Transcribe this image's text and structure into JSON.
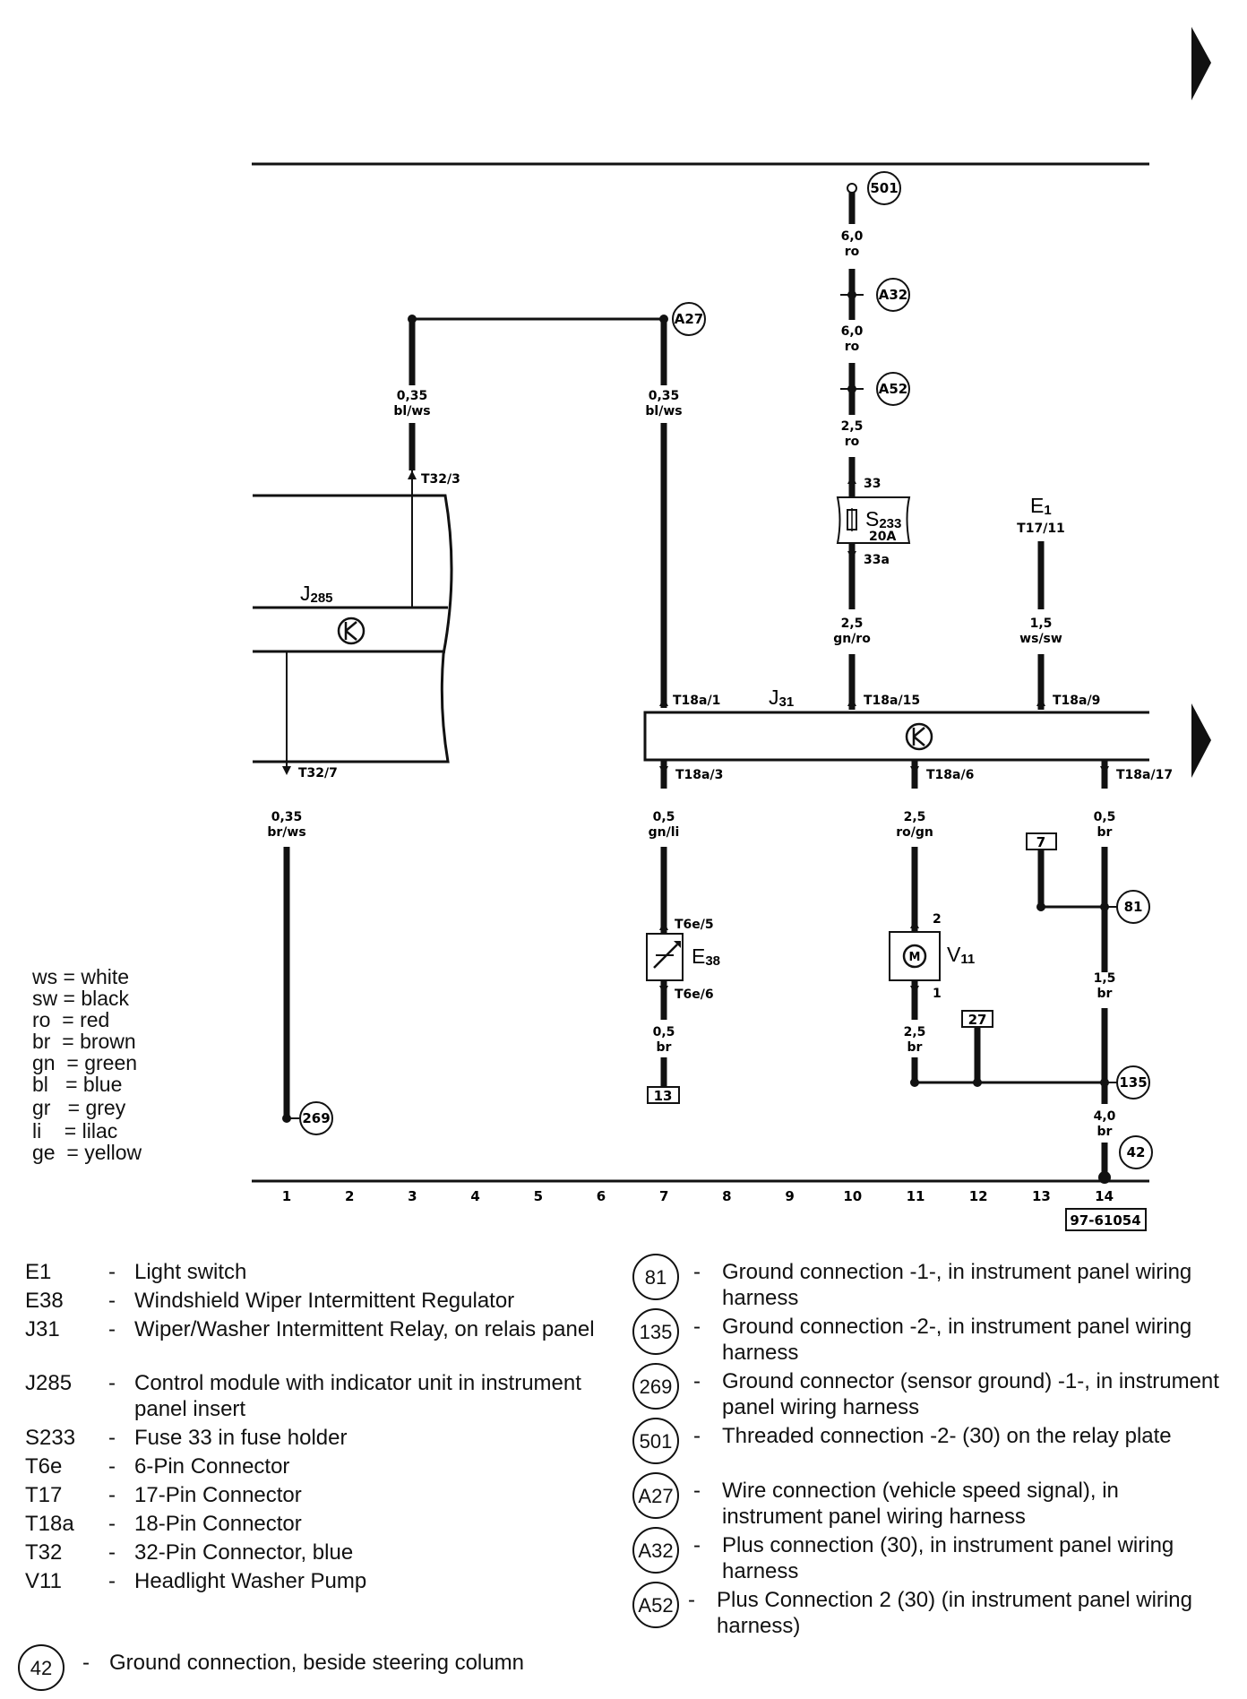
{
  "color_code": [
    {
      "code": "ws",
      "name": "white"
    },
    {
      "code": "sw",
      "name": "black"
    },
    {
      "code": "ro",
      "name": "red"
    },
    {
      "code": "br",
      "name": "brown"
    },
    {
      "code": "gn",
      "name": "green"
    },
    {
      "code": "bl",
      "name": "blue"
    },
    {
      "code": "gr",
      "name": "grey"
    },
    {
      "code": "li",
      "name": "lilac"
    },
    {
      "code": "ge",
      "name": "yellow"
    }
  ],
  "diagram": {
    "ref": "97-61054",
    "tracks": [
      "1",
      "2",
      "3",
      "4",
      "5",
      "6",
      "7",
      "8",
      "9",
      "10",
      "11",
      "12",
      "13",
      "14"
    ],
    "components": {
      "j285": "J",
      "j285_sub": "285",
      "j31": "J",
      "j31_sub": "31",
      "e38": "E",
      "e38_sub": "38",
      "v11": "V",
      "v11_sub": "11",
      "e1": "E",
      "e1_sub": "1",
      "s233": "S",
      "s233_sub": "233",
      "s233_rating": "20A",
      "e1_pin": "T17/11"
    },
    "wires": {
      "t3_size": "0,35",
      "t3_color": "bl/ws",
      "t7a_size": "0,35",
      "t7a_color": "bl/ws",
      "t10a_size": "6,0",
      "t10a_color": "ro",
      "t10b_size": "6,0",
      "t10b_color": "ro",
      "t10c_size": "2,5",
      "t10c_color": "ro",
      "t10d_size": "2,5",
      "t10d_color": "gn/ro",
      "t13_size": "1,5",
      "t13_color": "ws/sw",
      "t1_size": "0,35",
      "t1_color": "br/ws",
      "t7b_size": "0,5",
      "t7b_color": "gn/li",
      "t7c_size": "0,5",
      "t7c_color": "br",
      "t11a_size": "2,5",
      "t11a_color": "ro/gn",
      "t11b_size": "2,5",
      "t11b_color": "br",
      "t14a_size": "0,5",
      "t14a_color": "br",
      "t14b_size": "1,5",
      "t14b_color": "br",
      "t14c_size": "4,0",
      "t14c_color": "br"
    },
    "pins": {
      "t32_3": "T32/3",
      "t32_7": "T32/7",
      "t18a_1": "T18a/1",
      "t18a_15": "T18a/15",
      "t18a_9": "T18a/9",
      "t18a_3": "T18a/3",
      "t18a_6": "T18a/6",
      "t18a_17": "T18a/17",
      "t6e_5": "T6e/5",
      "t6e_6": "T6e/6",
      "v11_p2": "2",
      "v11_p1": "1",
      "s_in": "33",
      "s_out": "33a"
    },
    "connectors": {
      "c501": "501",
      "a32": "A32",
      "a52": "A52",
      "a27": "A27",
      "c269": "269",
      "c81": "81",
      "c135": "135",
      "c42": "42",
      "box7": "7",
      "box27": "27",
      "box13": "13"
    }
  },
  "legend_components": [
    {
      "code": "E1",
      "desc": "Light switch"
    },
    {
      "code": "E38",
      "desc": "Windshield Wiper Intermittent Regulator"
    },
    {
      "code": "J31",
      "desc": "Wiper/Washer Intermittent Relay, on relais panel"
    },
    {
      "code": "J285",
      "desc": "Control module with indicator unit in instrument panel insert"
    },
    {
      "code": "S233",
      "desc": "Fuse 33 in fuse holder"
    },
    {
      "code": "T6e",
      "desc": "6-Pin Connector"
    },
    {
      "code": "T17",
      "desc": "17-Pin Connector"
    },
    {
      "code": "T18a",
      "desc": "18-Pin Connector"
    },
    {
      "code": "T32",
      "desc": "32-Pin Connector, blue"
    },
    {
      "code": "V11",
      "desc": "Headlight Washer Pump"
    }
  ],
  "legend_ground_42": {
    "code": "42",
    "desc": "Ground connection, beside steering column"
  },
  "legend_connections": [
    {
      "code": "81",
      "desc": "Ground connection -1-, in instrument panel wiring harness"
    },
    {
      "code": "135",
      "desc": "Ground connection -2-, in instrument panel wiring harness"
    },
    {
      "code": "269",
      "desc": "Ground connector (sensor ground) -1-, in instrument panel wiring harness"
    },
    {
      "code": "501",
      "desc": "Threaded connection -2- (30) on the relay plate"
    },
    {
      "code": "A27",
      "desc": "Wire connection (vehicle speed signal), in instrument panel wiring harness"
    },
    {
      "code": "A32",
      "desc": "Plus connection (30), in instrument panel wiring harness"
    },
    {
      "code": "A52",
      "desc": "Plus Connection 2 (30) (in instrument panel wiring harness)"
    }
  ],
  "dash": "-"
}
